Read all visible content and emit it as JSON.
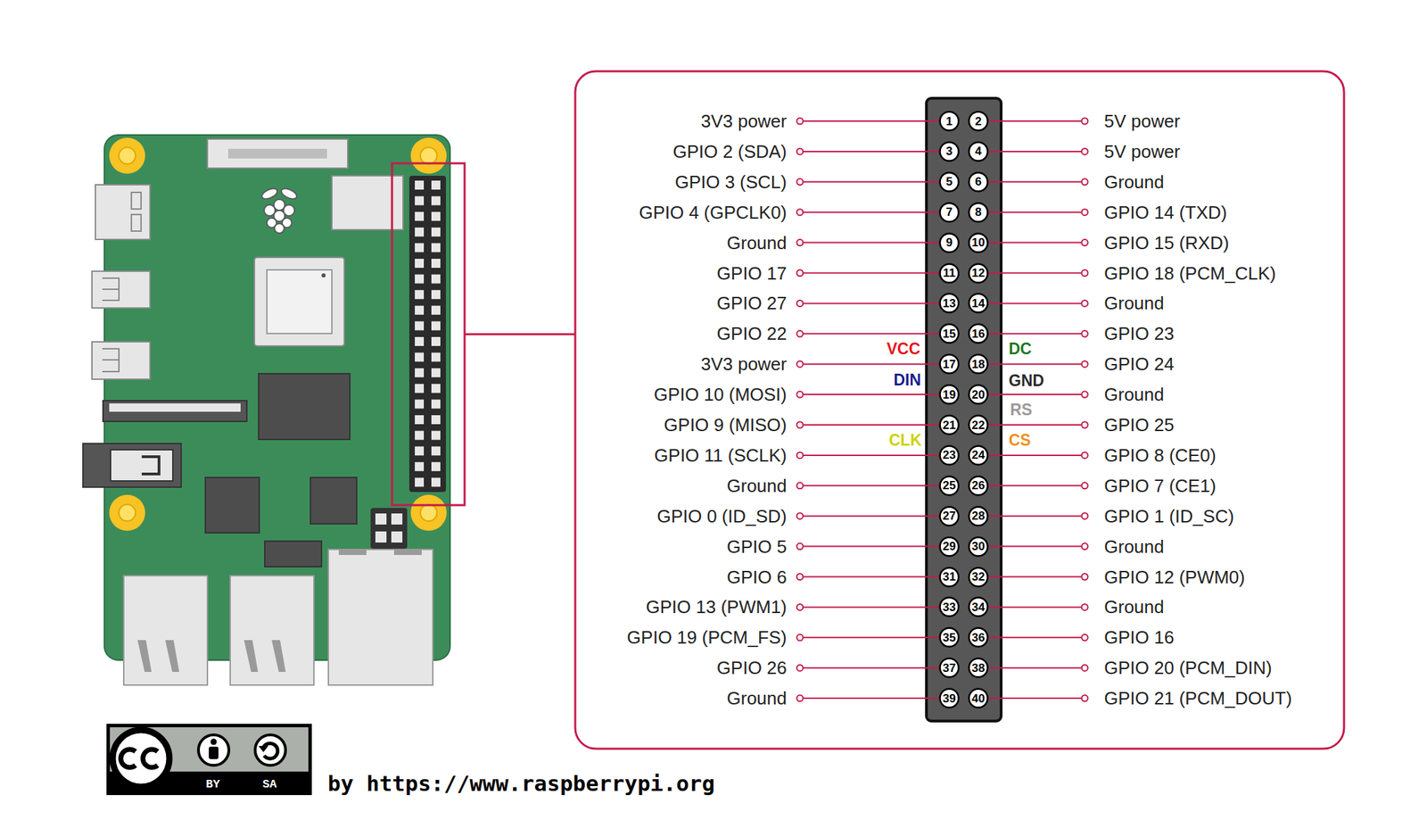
{
  "diagram": {
    "nodes": [
      {
        "text": [
          "1"
        ]
      },
      {
        "text": [
          "2"
        ]
      },
      {
        "text": [
          "3"
        ]
      },
      {
        "text": [
          "4"
        ]
      },
      {
        "text": [
          "5"
        ]
      },
      {
        "text": [
          "6"
        ]
      },
      {
        "text": [
          "7"
        ]
      },
      {
        "text": [
          "8"
        ]
      },
      {
        "text": [
          "9"
        ]
      },
      {
        "text": [
          "10"
        ]
      },
      {
        "text": [
          "11"
        ]
      },
      {
        "text": [
          "12"
        ]
      },
      {
        "text": [
          "13"
        ]
      },
      {
        "text": [
          "14"
        ]
      },
      {
        "text": [
          "15"
        ]
      },
      {
        "text": [
          "16"
        ]
      },
      {
        "text": [
          "17"
        ]
      },
      {
        "text": [
          "18"
        ]
      },
      {
        "text": [
          "19"
        ]
      },
      {
        "text": [
          "20"
        ]
      },
      {
        "text": [
          "21"
        ]
      },
      {
        "text": [
          "22"
        ]
      },
      {
        "text": [
          "23"
        ]
      },
      {
        "text": [
          "24"
        ]
      },
      {
        "text": [
          "25"
        ]
      },
      {
        "text": [
          "26"
        ]
      },
      {
        "text": [
          "27"
        ]
      },
      {
        "text": [
          "28"
        ]
      },
      {
        "text": [
          "29"
        ]
      },
      {
        "text": [
          "30"
        ]
      },
      {
        "text": [
          "31"
        ]
      },
      {
        "text": [
          "32"
        ]
      },
      {
        "text": [
          "33"
        ]
      },
      {
        "text": [
          "34"
        ]
      },
      {
        "text": [
          "35"
        ]
      },
      {
        "text": [
          "36"
        ]
      },
      {
        "text": [
          "37"
        ]
      },
      {
        "text": [
          "38"
        ]
      },
      {
        "text": [
          "39"
        ]
      },
      {
        "text": [
          "40"
        ]
      }
    ],
    "labels": [
      "3V3 power",
      "5V power",
      "GPIO 2 (SDA)",
      "5V power",
      "GPIO 3 (SCL)",
      "Ground",
      "GPIO 4 (GPCLK0)",
      "GPIO 14 (TXD)",
      "Ground",
      "GPIO 15 (RXD)",
      "GPIO 17",
      "GPIO 18 (PCM_CLK)",
      "GPIO 27",
      "Ground",
      "GPIO 22",
      "GPIO 23",
      "3V3 power",
      "GPIO 24",
      "GPIO 10 (MOSI)",
      "Ground",
      "GPIO 9 (MISO)",
      "GPIO 25",
      "GPIO 11 (SCLK)",
      "GPIO 8 (CE0)",
      "Ground",
      "GPIO 7 (CE1)",
      "GPIO 0 (ID_SD)",
      "GPIO 1 (ID_SC)",
      "GPIO 5",
      "Ground",
      "GPIO 6",
      "GPIO 12 (PWM0)",
      "GPIO 13 (PWM1)",
      "Ground",
      "GPIO 19 (PCM_FS)",
      "GPIO 16",
      "GPIO 26",
      "GPIO 20 (PCM_DIN)",
      "Ground",
      "GPIO 21 (PCM_DOUT)",
      "VCC",
      "DC",
      "DIN",
      "GND",
      "RS",
      "CLK",
      "CS",
      "BY",
      "SA",
      "by https://www.raspberrypi.org"
    ]
  }
}
